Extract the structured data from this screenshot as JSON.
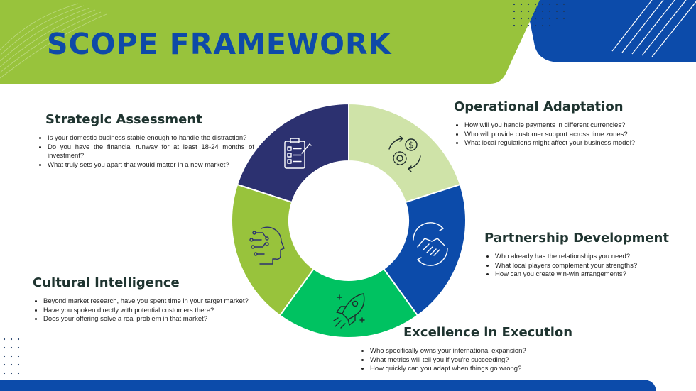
{
  "title": "SCOPE FRAMEWORK",
  "colors": {
    "lime": "#98c33c",
    "navy": "#2c3170",
    "pale_green": "#cfe3a8",
    "royal_blue": "#0c4baa",
    "green": "#00c261",
    "title_blue": "#0e4aa8",
    "heading_text": "#1f3430"
  },
  "segments": [
    {
      "id": "strategic",
      "color": "#2c3170",
      "icon": "checklist-clipboard-icon"
    },
    {
      "id": "operational",
      "color": "#cfe3a8",
      "icon": "dollar-gear-cycle-icon"
    },
    {
      "id": "partnership",
      "color": "#0c4baa",
      "icon": "handshake-icon"
    },
    {
      "id": "execution",
      "color": "#00c261",
      "icon": "rocket-icon"
    },
    {
      "id": "cultural",
      "color": "#98c33c",
      "icon": "ai-head-icon"
    }
  ],
  "sections": {
    "strategic": {
      "heading": "Strategic Assessment",
      "bullets": [
        "Is your domestic business stable enough to handle the distraction?",
        "Do you have the financial runway for at least 18-24 months of investment?",
        "What truly sets you apart that would matter in a new market?"
      ]
    },
    "operational": {
      "heading": "Operational Adaptation",
      "bullets": [
        "How will you handle payments in different currencies?",
        "Who will provide customer support across time zones?",
        "What local regulations might affect your business model?"
      ]
    },
    "partnership": {
      "heading": "Partnership Development",
      "bullets": [
        "Who already has the relationships you need?",
        "What local players complement your strengths?",
        "How can you create win-win arrangements?"
      ]
    },
    "cultural": {
      "heading": "Cultural Intelligence",
      "bullets": [
        "Beyond market research, have you spent time in your target market?",
        "Have you spoken directly with potential customers there?",
        "Does your offering solve a real problem in that market?"
      ]
    },
    "execution": {
      "heading": "Excellence in Execution",
      "bullets": [
        "Who specifically owns your international expansion?",
        "What metrics will tell you if you're succeeding?",
        "How quickly can you adapt when things go wrong?"
      ]
    }
  }
}
